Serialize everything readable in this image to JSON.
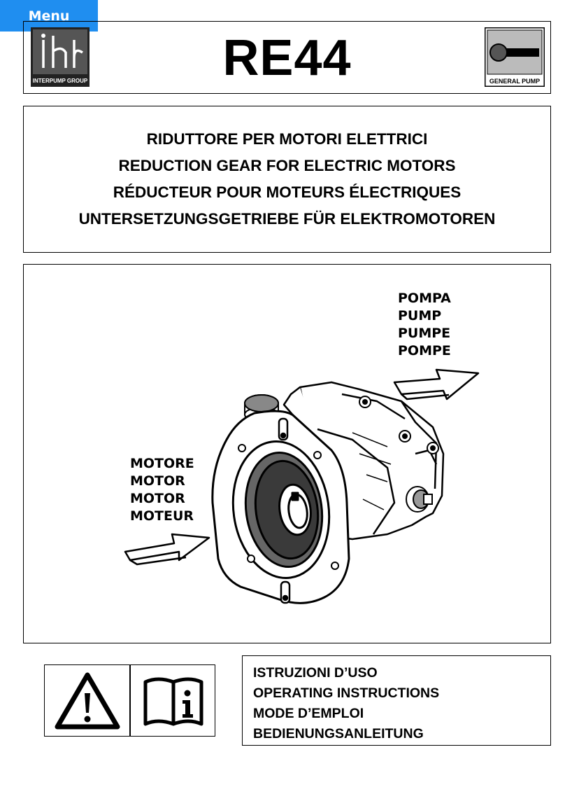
{
  "menu": {
    "label": "Menu"
  },
  "header": {
    "model": "RE44",
    "left_logo_text": "INTERPUMP GROUP",
    "right_logo_text": "GENERAL PUMP"
  },
  "titles": [
    "RIDUTTORE PER MOTORI ELETTRICI",
    "REDUCTION GEAR FOR ELECTRIC MOTORS",
    "RÉDUCTEUR POUR MOTEURS ÉLECTRIQUES",
    "UNTERSETZUNGSGETRIEBE FÜR ELEKTROMOTOREN"
  ],
  "illustration": {
    "pump_labels": [
      "POMPA",
      "PUMP",
      "PUMPE",
      "POMPE"
    ],
    "motor_labels": [
      "MOTORE",
      "MOTOR",
      "MOTOR",
      "MOTEUR"
    ]
  },
  "icons": [
    "warning-icon",
    "manual-info-icon"
  ],
  "instructions": [
    "ISTRUZIONI D’USO",
    "OPERATING INSTRUCTIONS",
    "MODE D’EMPLOI",
    "BEDIENUNGSANLEITUNG"
  ]
}
